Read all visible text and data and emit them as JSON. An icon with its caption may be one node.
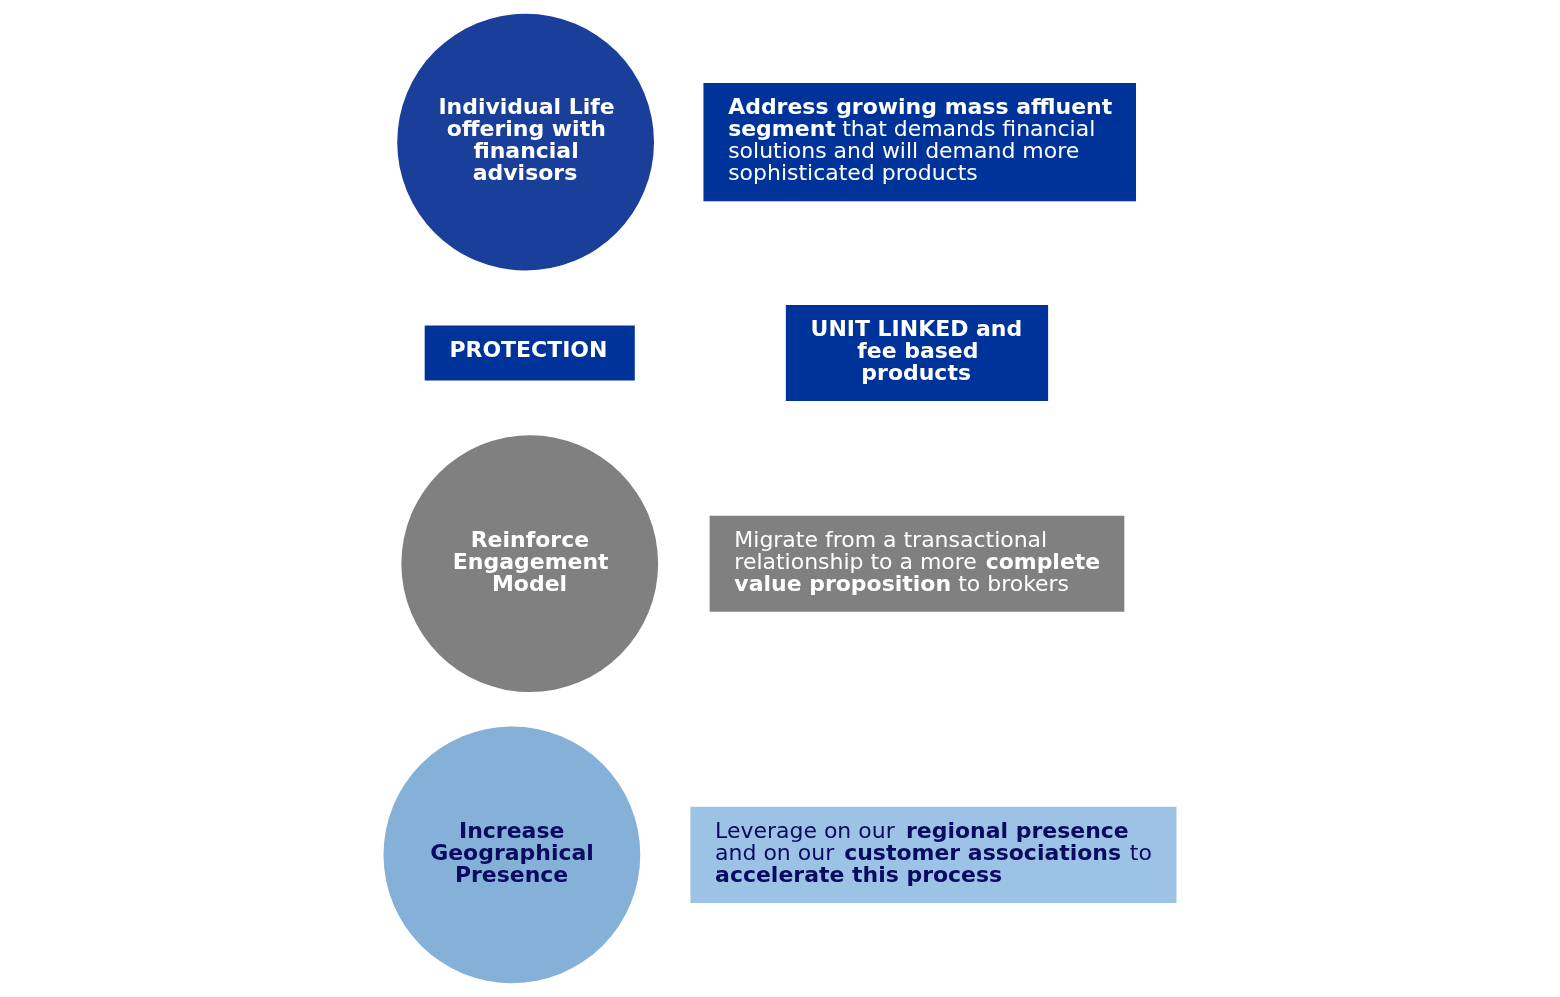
{
  "diagram": {
    "nodes": [
      {
        "text": [
          "**Address growing mass affluent segment** that demands financial solutions and will demand more sophisticated products"
        ]
      },
      {
        "text": [
          "PROTECTION"
        ]
      },
      {
        "text": [
          "UNIT LINKED and fee based products"
        ]
      },
      {
        "text": [
          "Individual Life offering with financial advisors"
        ]
      },
      {
        "text": [
          "Reinforce Engagement Model"
        ]
      },
      {
        "text": [
          "Migrate from a transactional relationship to a more **complete value proposition** to brokers"
        ]
      },
      {
        "text": [
          "Increase Geographical Presence"
        ]
      },
      {
        "text": [
          "Leverage on our **regional presence** and on our **customer associations** to **accelerate this process**"
        ]
      }
    ],
    "edges": []
  }
}
